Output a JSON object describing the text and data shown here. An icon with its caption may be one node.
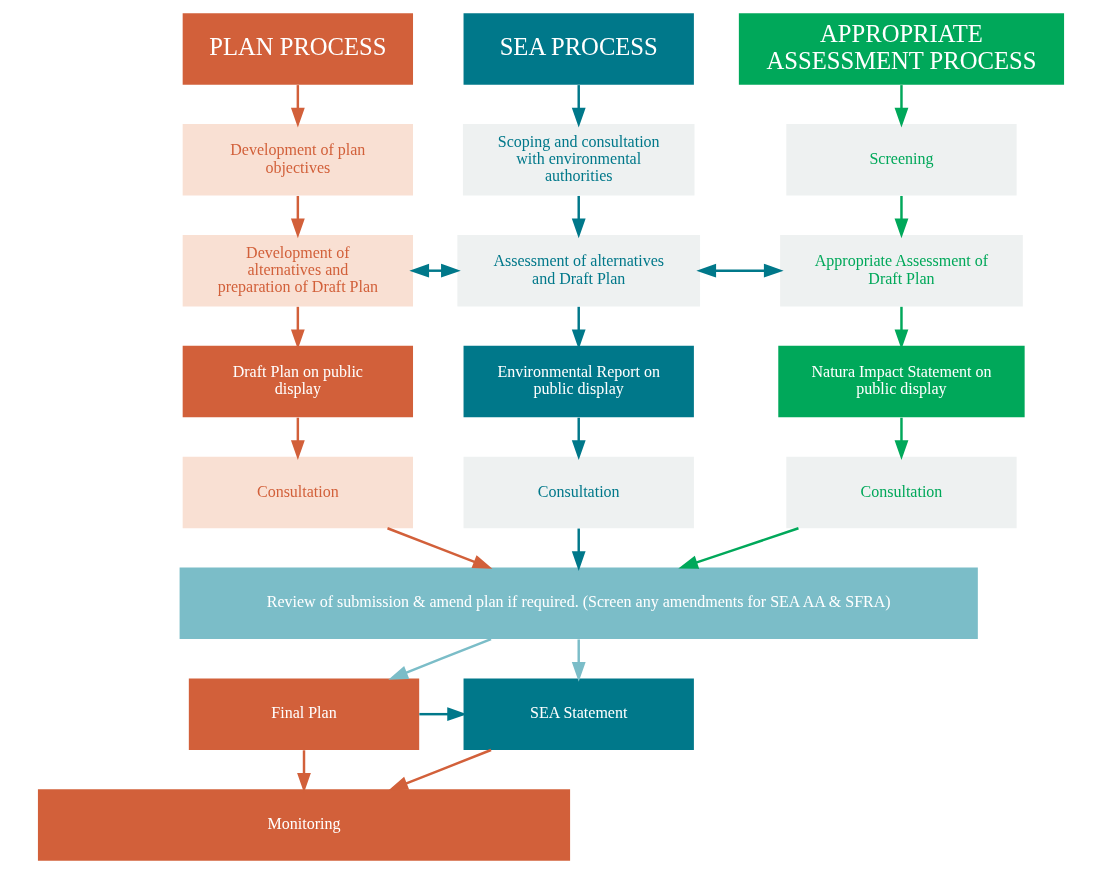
{
  "diagram": {
    "nodes": [
      {
        "text": [
          "PLAN PROCESS"
        ]
      },
      {
        "text": [
          "Development of plan objectives"
        ]
      },
      {
        "text": [
          "Development of alternatives and preparation of Draft Plan"
        ]
      },
      {
        "text": [
          "Draft Plan on public display"
        ]
      },
      {
        "text": [
          "Consultation"
        ]
      },
      {
        "text": [
          "SEA PROCESS"
        ]
      },
      {
        "text": [
          "Scoping and consultation with environmental authorities"
        ]
      },
      {
        "text": [
          "Assessment of alternatives and Draft Plan"
        ]
      },
      {
        "text": [
          "Environmental Report on public display"
        ]
      },
      {
        "text": [
          "Consultation"
        ]
      },
      {
        "text": [
          "APPROPRIATE ASSESSMENT PROCESS"
        ]
      },
      {
        "text": [
          "Screening"
        ]
      },
      {
        "text": [
          "Appropriate Assessment of Draft Plan"
        ]
      },
      {
        "text": [
          "Natura Impact Statement on public display"
        ]
      },
      {
        "text": [
          "Consultation"
        ]
      },
      {
        "text": [
          "Review of submission & amend plan if required. (Screen any amendments for SEA AA & SFRA)"
        ]
      },
      {
        "text": [
          "Final Plan"
        ]
      },
      {
        "text": [
          "SEA Statement"
        ]
      },
      {
        "text": [
          "Monitoring"
        ]
      }
    ],
    "edges": [
      {
        "from": 0,
        "to": 1,
        "arrow": "to",
        "color": "#d2603a"
      },
      {
        "from": 1,
        "to": 2,
        "arrow": "to",
        "color": "#d2603a"
      },
      {
        "from": 2,
        "to": 3,
        "arrow": "to",
        "color": "#d2603a"
      },
      {
        "from": 3,
        "to": 4,
        "arrow": "to",
        "color": "#d2603a"
      },
      {
        "from": 4,
        "to": 15,
        "arrow": "to",
        "color": "#d2603a"
      },
      {
        "from": 5,
        "to": 6,
        "arrow": "to"
      },
      {
        "from": 6,
        "to": 7,
        "arrow": "to"
      },
      {
        "from": 7,
        "to": 8,
        "arrow": "to"
      },
      {
        "from": 8,
        "to": 9,
        "arrow": "to"
      },
      {
        "from": 9,
        "to": 15,
        "arrow": "to"
      },
      {
        "from": 10,
        "to": 11,
        "arrow": "to",
        "color": "#00a85a"
      },
      {
        "from": 11,
        "to": 12,
        "arrow": "to",
        "color": "#00a85a"
      },
      {
        "from": 12,
        "to": 13,
        "arrow": "to",
        "color": "#00a85a"
      },
      {
        "from": 13,
        "to": 14,
        "arrow": "to",
        "color": "#00a85a"
      },
      {
        "from": 14,
        "to": 15,
        "arrow": "to",
        "color": "#00a85a"
      },
      {
        "from": 2,
        "to": 7,
        "arrow": "both"
      },
      {
        "from": 7,
        "to": 12,
        "arrow": "both"
      },
      {
        "from": 15,
        "to": 16,
        "arrow": "to",
        "color": "#7bbdc8"
      },
      {
        "from": 15,
        "to": 17,
        "arrow": "to",
        "color": "#7bbdc8"
      },
      {
        "from": 16,
        "to": 17,
        "arrow": "to"
      },
      {
        "from": 16,
        "to": 18,
        "arrow": "to",
        "color": "#d2603a"
      },
      {
        "from": 17,
        "to": 18,
        "arrow": "to",
        "color": "#d2603a"
      }
    ]
  }
}
